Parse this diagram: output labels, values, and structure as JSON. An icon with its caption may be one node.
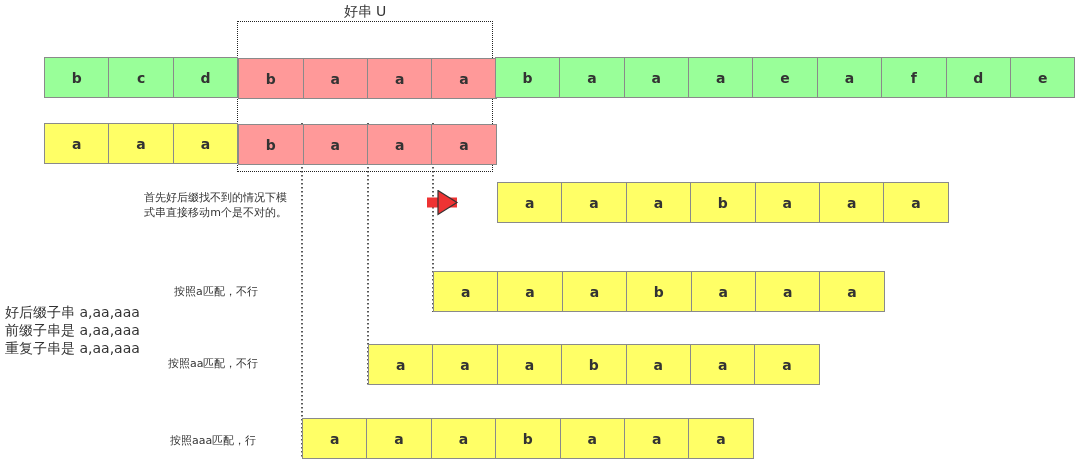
{
  "diagram": {
    "nodes": [
      {
        "text": [
          "好串 U"
        ]
      },
      {
        "text": [
          "b"
        ]
      },
      {
        "text": [
          "c"
        ]
      },
      {
        "text": [
          "d"
        ]
      },
      {
        "text": [
          "b"
        ],
        "in": 0
      },
      {
        "text": [
          "a"
        ],
        "in": 0
      },
      {
        "text": [
          "a"
        ],
        "in": 0
      },
      {
        "text": [
          "a"
        ],
        "in": 0
      },
      {
        "text": [
          "b"
        ]
      },
      {
        "text": [
          "a"
        ]
      },
      {
        "text": [
          "a"
        ]
      },
      {
        "text": [
          "a"
        ]
      },
      {
        "text": [
          "e"
        ]
      },
      {
        "text": [
          "a"
        ]
      },
      {
        "text": [
          "f"
        ]
      },
      {
        "text": [
          "d"
        ]
      },
      {
        "text": [
          "e"
        ]
      },
      {
        "text": [
          "a"
        ]
      },
      {
        "text": [
          "a"
        ]
      },
      {
        "text": [
          "a"
        ]
      },
      {
        "text": [
          "b"
        ],
        "in": 0
      },
      {
        "text": [
          "a"
        ],
        "in": 0
      },
      {
        "text": [
          "a"
        ],
        "in": 0
      },
      {
        "text": [
          "a"
        ],
        "in": 0
      },
      {
        "text": [
          "a"
        ]
      },
      {
        "text": [
          "a"
        ]
      },
      {
        "text": [
          "a"
        ]
      },
      {
        "text": [
          "b"
        ]
      },
      {
        "text": [
          "a"
        ]
      },
      {
        "text": [
          "a"
        ]
      },
      {
        "text": [
          "a"
        ]
      },
      {
        "text": [
          "a"
        ]
      },
      {
        "text": [
          "a"
        ]
      },
      {
        "text": [
          "a"
        ]
      },
      {
        "text": [
          "b"
        ]
      },
      {
        "text": [
          "a"
        ]
      },
      {
        "text": [
          "a"
        ]
      },
      {
        "text": [
          "a"
        ]
      },
      {
        "text": [
          "a"
        ]
      },
      {
        "text": [
          "a"
        ]
      },
      {
        "text": [
          "a"
        ]
      },
      {
        "text": [
          "b"
        ]
      },
      {
        "text": [
          "a"
        ]
      },
      {
        "text": [
          "a"
        ]
      },
      {
        "text": [
          "a"
        ]
      },
      {
        "text": [
          "a"
        ]
      },
      {
        "text": [
          "a"
        ]
      },
      {
        "text": [
          "a"
        ]
      },
      {
        "text": [
          "b"
        ]
      },
      {
        "text": [
          "a"
        ]
      },
      {
        "text": [
          "a"
        ]
      },
      {
        "text": [
          "a"
        ]
      }
    ],
    "edges": [
      {
        "from": null,
        "to": 24,
        "arrow": "to",
        "style": "thick",
        "color": "#ee3333"
      },
      {
        "from": 20,
        "to": 45,
        "arrow": "none",
        "style": "dashed"
      },
      {
        "from": 22,
        "to": 38,
        "arrow": "none",
        "style": "dashed"
      },
      {
        "from": 22,
        "to": 31,
        "arrow": "none",
        "style": "dashed"
      }
    ],
    "labels": [
      "首先好后缀找不到的情况下模式串直接移动m个是不对的。",
      "按照a匹配，不行",
      "好后缀子串 a,aa,aaa",
      "前缀子串是 a,aa,aaa",
      "重复子串是 a,aa,aaa",
      "按照aa匹配，不行",
      "按照aaa匹配，行"
    ]
  }
}
